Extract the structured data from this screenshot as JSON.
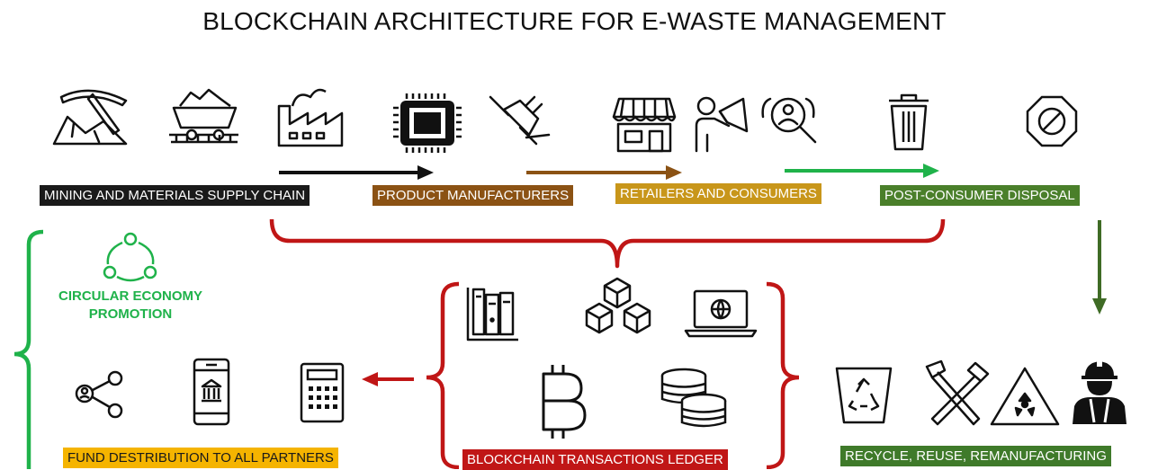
{
  "title": "BLOCKCHAIN ARCHITECTURE FOR E-WASTE MANAGEMENT",
  "stages": [
    {
      "label": "MINING AND MATERIALS SUPPLY CHAIN",
      "color": "#1a1a1a"
    },
    {
      "label": "PRODUCT MANUFACTURERS",
      "color": "#8b5214"
    },
    {
      "label": "RETAILERS AND CONSUMERS",
      "color": "#c8961a"
    },
    {
      "label": "POST-CONSUMER DISPOSAL",
      "color": "#4a7f2a"
    }
  ],
  "circular": {
    "line1": "CIRCULAR ECONOMY",
    "line2": "PROMOTION",
    "color": "#1fb24a"
  },
  "ledger_label": {
    "label": "BLOCKCHAIN TRANSACTIONS LEDGER",
    "color": "#c01616"
  },
  "fund_label": {
    "label": "FUND DESTRIBUTION TO ALL PARTNERS",
    "color": "#f5b400",
    "text_color": "#1a1a1a"
  },
  "recycle_label": {
    "label": "RECYCLE, REUSE, REMANUFACTURING",
    "color": "#3f7a2a"
  },
  "icons": {
    "top_row": [
      "pickaxe-icon",
      "mine-cart-icon",
      "factory-icon",
      "microchip-icon",
      "plug-icon",
      "store-icon",
      "megaphone-person-icon",
      "consumer-search-icon",
      "trash-bin-icon",
      "prohibited-icon"
    ],
    "ledger": [
      "books-icon",
      "blocks-icon",
      "laptop-globe-icon",
      "bitcoin-icon",
      "coins-icon"
    ],
    "fund": [
      "share-user-icon",
      "mobile-bank-icon",
      "calculator-icon"
    ],
    "recycle": [
      "recycle-bin-icon",
      "hammers-icon",
      "radiation-warning-icon",
      "worker-icon"
    ]
  },
  "colors": {
    "red": "#c01616",
    "green": "#1fb24a",
    "dark_green": "#3f6b25",
    "brown": "#8b5214",
    "black": "#111111"
  }
}
